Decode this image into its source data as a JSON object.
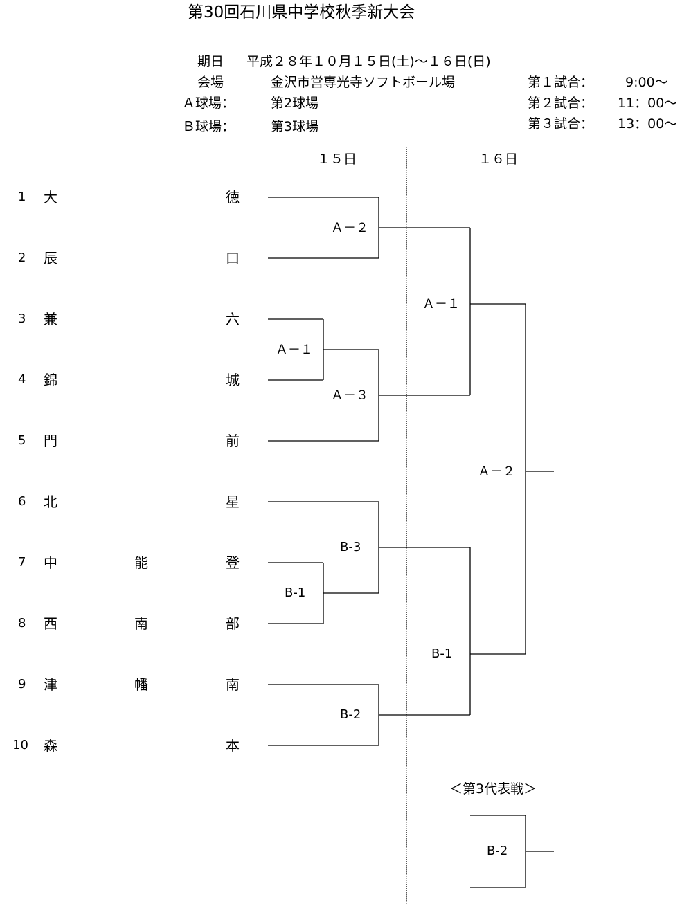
{
  "title": "第30回石川県中学校秋季新大会",
  "info": {
    "date_label": "期日",
    "date_value": "平成２８年１０月１５日(土)〜１６日(日)",
    "venue_label": "会場",
    "venue_value": "金沢市営専光寺ソフトボール場",
    "field_a_label": "Ａ球場：",
    "field_a_value": "第2球場",
    "field_b_label": "Ｂ球場：",
    "field_b_value": "第3球場",
    "schedule": [
      {
        "label": "第１試合：",
        "time": "9:00〜"
      },
      {
        "label": "第２試合：",
        "time": "11：00〜"
      },
      {
        "label": "第３試合：",
        "time": "13：00〜"
      }
    ]
  },
  "day_headers": {
    "day1": "１５日",
    "day2": "１６日"
  },
  "teams": [
    {
      "num": "1",
      "c1": "大",
      "c2": "",
      "c3": "徳"
    },
    {
      "num": "2",
      "c1": "辰",
      "c2": "",
      "c3": "口"
    },
    {
      "num": "3",
      "c1": "兼",
      "c2": "",
      "c3": "六"
    },
    {
      "num": "4",
      "c1": "錦",
      "c2": "",
      "c3": "城"
    },
    {
      "num": "5",
      "c1": "門",
      "c2": "",
      "c3": "前"
    },
    {
      "num": "6",
      "c1": "北",
      "c2": "",
      "c3": "星"
    },
    {
      "num": "7",
      "c1": "中",
      "c2": "能",
      "c3": "登"
    },
    {
      "num": "8",
      "c1": "西",
      "c2": "南",
      "c3": "部"
    },
    {
      "num": "9",
      "c1": "津",
      "c2": "幡",
      "c3": "南"
    },
    {
      "num": "10",
      "c1": "森",
      "c2": "",
      "c3": "本"
    }
  ],
  "matches": {
    "r1_a1": "Ａ－１",
    "r1_b1": "B-1",
    "r2_a2": "Ａ－２",
    "r2_a3": "Ａ－３",
    "r2_b3": "B-3",
    "r2_b2": "B-2",
    "semi_a1": "Ａ－１",
    "semi_b1": "B-1",
    "final_a2": "Ａ－２"
  },
  "third_rep": {
    "heading": "＜第3代表戦＞",
    "match": "B-2"
  }
}
